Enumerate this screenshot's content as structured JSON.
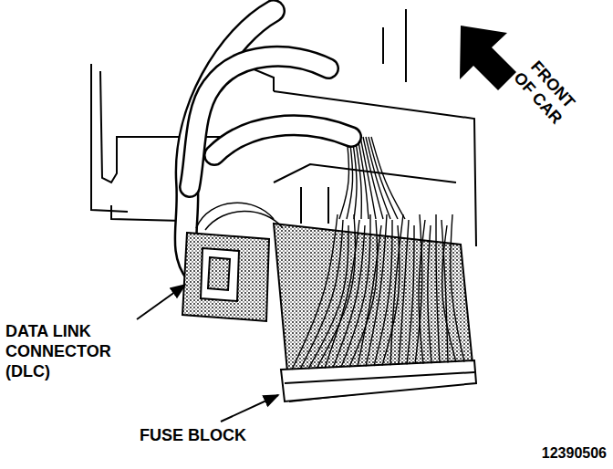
{
  "diagram": {
    "labels": [
      "FRONT OF CAR",
      "DATA LINK CONNECTOR (DLC)",
      "FUSE BLOCK",
      "12390506"
    ]
  }
}
